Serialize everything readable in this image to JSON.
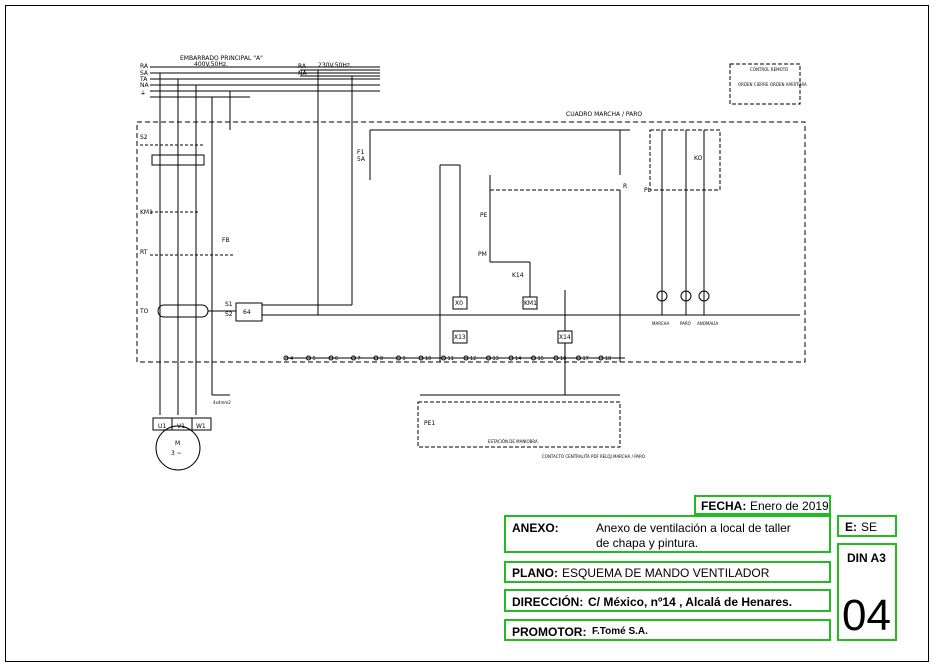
{
  "schematic": {
    "busbar_main": "EMBARRADO PRINCIPAL \"A\"",
    "busbar_main_spec": "400V.50Hz.",
    "busbar_aux_spec": "230V.50Hz.",
    "phases_main": [
      "RA",
      "SA",
      "TA",
      "NA",
      "⏚"
    ],
    "phases_aux": [
      "RA",
      "NA"
    ],
    "panel_label": "CUADRO MARCHA / PARO",
    "remote_title": "CONTROL REMOTO",
    "remote_close": "ORDEN CIERRE",
    "remote_open": "ORDEN APERTURA",
    "station_label": "ESTACIÓN DE MANIOBRA",
    "contact_note": "CONTACTO CENTRALITA PDF",
    "relay_note": "RELOJ MARCHA / PARO",
    "lamp_labels": [
      "MARCHA",
      "PARO",
      "ANOMALÍA"
    ],
    "motor_terminals": [
      "U1",
      "V1",
      "W1"
    ],
    "motor_label": "M",
    "motor_sub": "3 ~",
    "ground_note": "4x4mm2",
    "terminal_numbers": [
      "4",
      "5",
      "6",
      "7",
      "8",
      "9",
      "10",
      "11",
      "12",
      "13",
      "14",
      "15",
      "16",
      "17",
      "18"
    ],
    "devices": {
      "s2": "S2",
      "km1": "KM1",
      "rt": "RT",
      "fb": "FB",
      "to": "TO",
      "s1": "S1",
      "s2b": "S2",
      "b64": "64",
      "f1": "F1",
      "f1b": "5A",
      "x0": "X0",
      "x13": "X13",
      "x14": "X14",
      "km1b": "KM1",
      "pe": "PE",
      "pm": "PM",
      "k14": "K14",
      "r": "R",
      "ko": "KO",
      "pl": "PL",
      "pe1": "PE1"
    }
  },
  "title_block": {
    "fecha_label": "FECHA:",
    "fecha_value": "Enero de 2019",
    "anexo_label": "ANEXO:",
    "anexo_value_line1": "Anexo de ventilación a local de taller",
    "anexo_value_line2": "de chapa y pintura.",
    "e_label": "E:",
    "e_value": "SE",
    "din_label": "DIN A3",
    "sheet_number": "04",
    "plano_label": "PLANO:",
    "plano_value": "ESQUEMA DE MANDO VENTILADOR",
    "direccion_label": "DIRECCIÓN:",
    "direccion_value": "C/ México, nº14 , Alcalá de Henares.",
    "promotor_label": "PROMOTOR:",
    "promotor_value": "F.Tomé S.A."
  },
  "colors": {
    "title_border": "#22bb22",
    "line": "#000000"
  }
}
